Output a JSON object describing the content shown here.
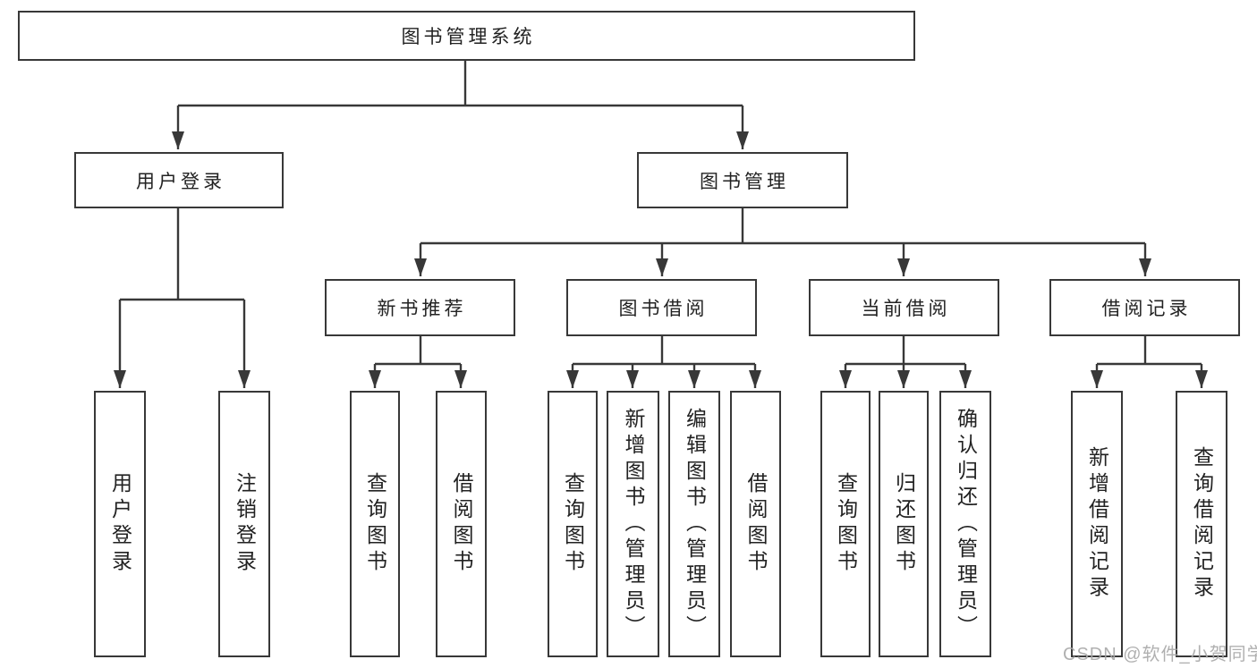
{
  "tree": {
    "label": "图书管理系统",
    "children": [
      {
        "label": "用户登录",
        "children": [
          {
            "label": "用户登录"
          },
          {
            "label": "注销登录"
          }
        ]
      },
      {
        "label": "图书管理",
        "children": [
          {
            "label": "新书推荐",
            "children": [
              {
                "label": "查询图书"
              },
              {
                "label": "借阅图书"
              }
            ]
          },
          {
            "label": "图书借阅",
            "children": [
              {
                "label": "查询图书"
              },
              {
                "label": "新增图书（管理员）"
              },
              {
                "label": "编辑图书（管理员）"
              },
              {
                "label": "借阅图书"
              }
            ]
          },
          {
            "label": "当前借阅",
            "children": [
              {
                "label": "查询图书"
              },
              {
                "label": "归还图书"
              },
              {
                "label": "确认归还（管理员）"
              }
            ]
          },
          {
            "label": "借阅记录",
            "children": [
              {
                "label": "新增借阅记录"
              },
              {
                "label": "查询借阅记录"
              }
            ]
          }
        ]
      }
    ]
  },
  "watermark": {
    "text": "CSDN @软件_小贺同学"
  },
  "colors": {
    "background": "#ffffff",
    "line": "#383838",
    "box_border": "#383838",
    "box_fill": "#ffffff",
    "text": "#222222",
    "watermark": "#a8a8a8"
  }
}
